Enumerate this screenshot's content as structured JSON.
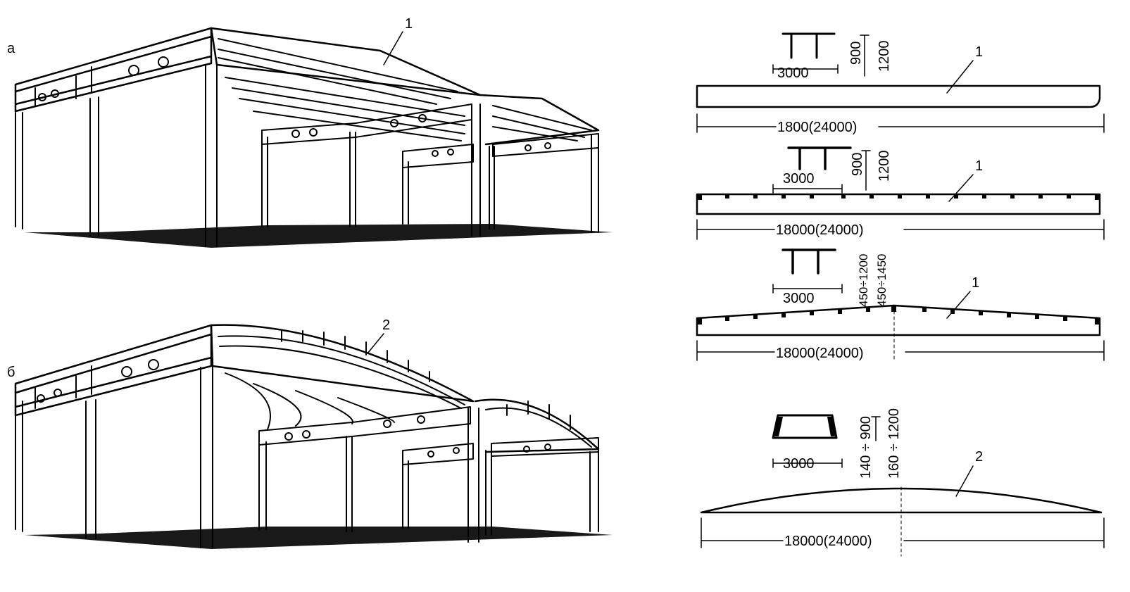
{
  "figure": {
    "panel_a_label": "а",
    "panel_b_label": "б",
    "panel_a_callout": "1",
    "panel_b_callout": "2"
  },
  "sections": [
    {
      "callout": "1",
      "width": "3000",
      "height_a": "900",
      "height_b": "1200",
      "span": "1800(24000)"
    },
    {
      "callout": "1",
      "width": "3000",
      "height_a": "900",
      "height_b": "1200",
      "span": "18000(24000)"
    },
    {
      "callout": "1",
      "width": "3000",
      "height_a": "450÷1200",
      "height_b": "450÷1450",
      "span": "18000(24000)"
    },
    {
      "callout": "2",
      "width": "3000",
      "height_a": "140 ÷ 900",
      "height_b": "160 ÷ 1200",
      "span": "18000(24000)"
    }
  ],
  "colors": {
    "ink": "#000000",
    "paper": "#ffffff"
  }
}
